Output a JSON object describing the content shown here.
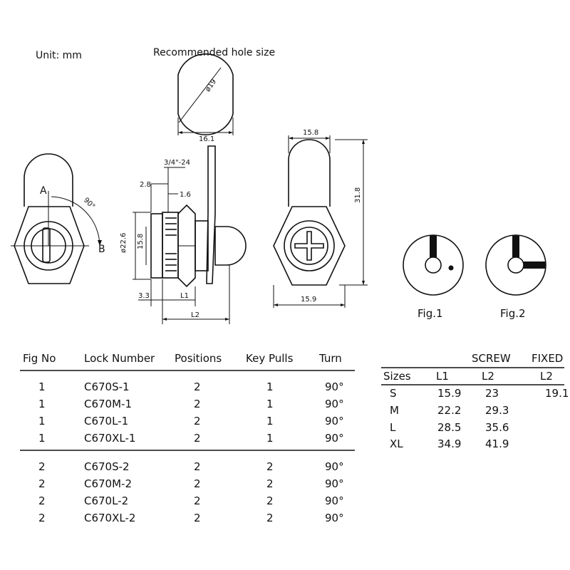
{
  "unit_label": "Unit: mm",
  "hole_title": "Recommended hole size",
  "hole_diameter": "ø19",
  "hole_width": "16.1",
  "annot": {
    "thread": "3/4\"-24",
    "dim_2_8": "2.8",
    "dim_1_6": "1.6",
    "dim_22_6": "ø22.6",
    "dim_15_8_side": "15.8",
    "dim_3_3": "3.3",
    "l1": "L1",
    "l2": "L2",
    "angle": "90°",
    "point_a": "A",
    "point_b": "B",
    "top_width": "15.8",
    "height": "31.8",
    "bottom_width": "15.9"
  },
  "fig1_label": "Fig.1",
  "fig2_label": "Fig.2",
  "table1": {
    "headers": [
      "Fig No",
      "Lock Number",
      "Positions",
      "Key Pulls",
      "Turn"
    ],
    "rows": [
      [
        "1",
        "C670S-1",
        "2",
        "1",
        "90°"
      ],
      [
        "1",
        "C670M-1",
        "2",
        "1",
        "90°"
      ],
      [
        "1",
        "C670L-1",
        "2",
        "1",
        "90°"
      ],
      [
        "1",
        "C670XL-1",
        "2",
        "1",
        "90°"
      ],
      [
        "2",
        "C670S-2",
        "2",
        "2",
        "90°"
      ],
      [
        "2",
        "C670M-2",
        "2",
        "2",
        "90°"
      ],
      [
        "2",
        "C670L-2",
        "2",
        "2",
        "90°"
      ],
      [
        "2",
        "C670XL-2",
        "2",
        "2",
        "90°"
      ]
    ]
  },
  "table2": {
    "group_screw": "SCREW",
    "group_fixed": "FIXED",
    "headers": [
      "Sizes",
      "L1",
      "L2",
      "L2"
    ],
    "rows": [
      [
        "S",
        "15.9",
        "23",
        "19.1"
      ],
      [
        "M",
        "22.2",
        "29.3",
        ""
      ],
      [
        "L",
        "28.5",
        "35.6",
        ""
      ],
      [
        "XL",
        "34.9",
        "41.9",
        ""
      ]
    ]
  }
}
